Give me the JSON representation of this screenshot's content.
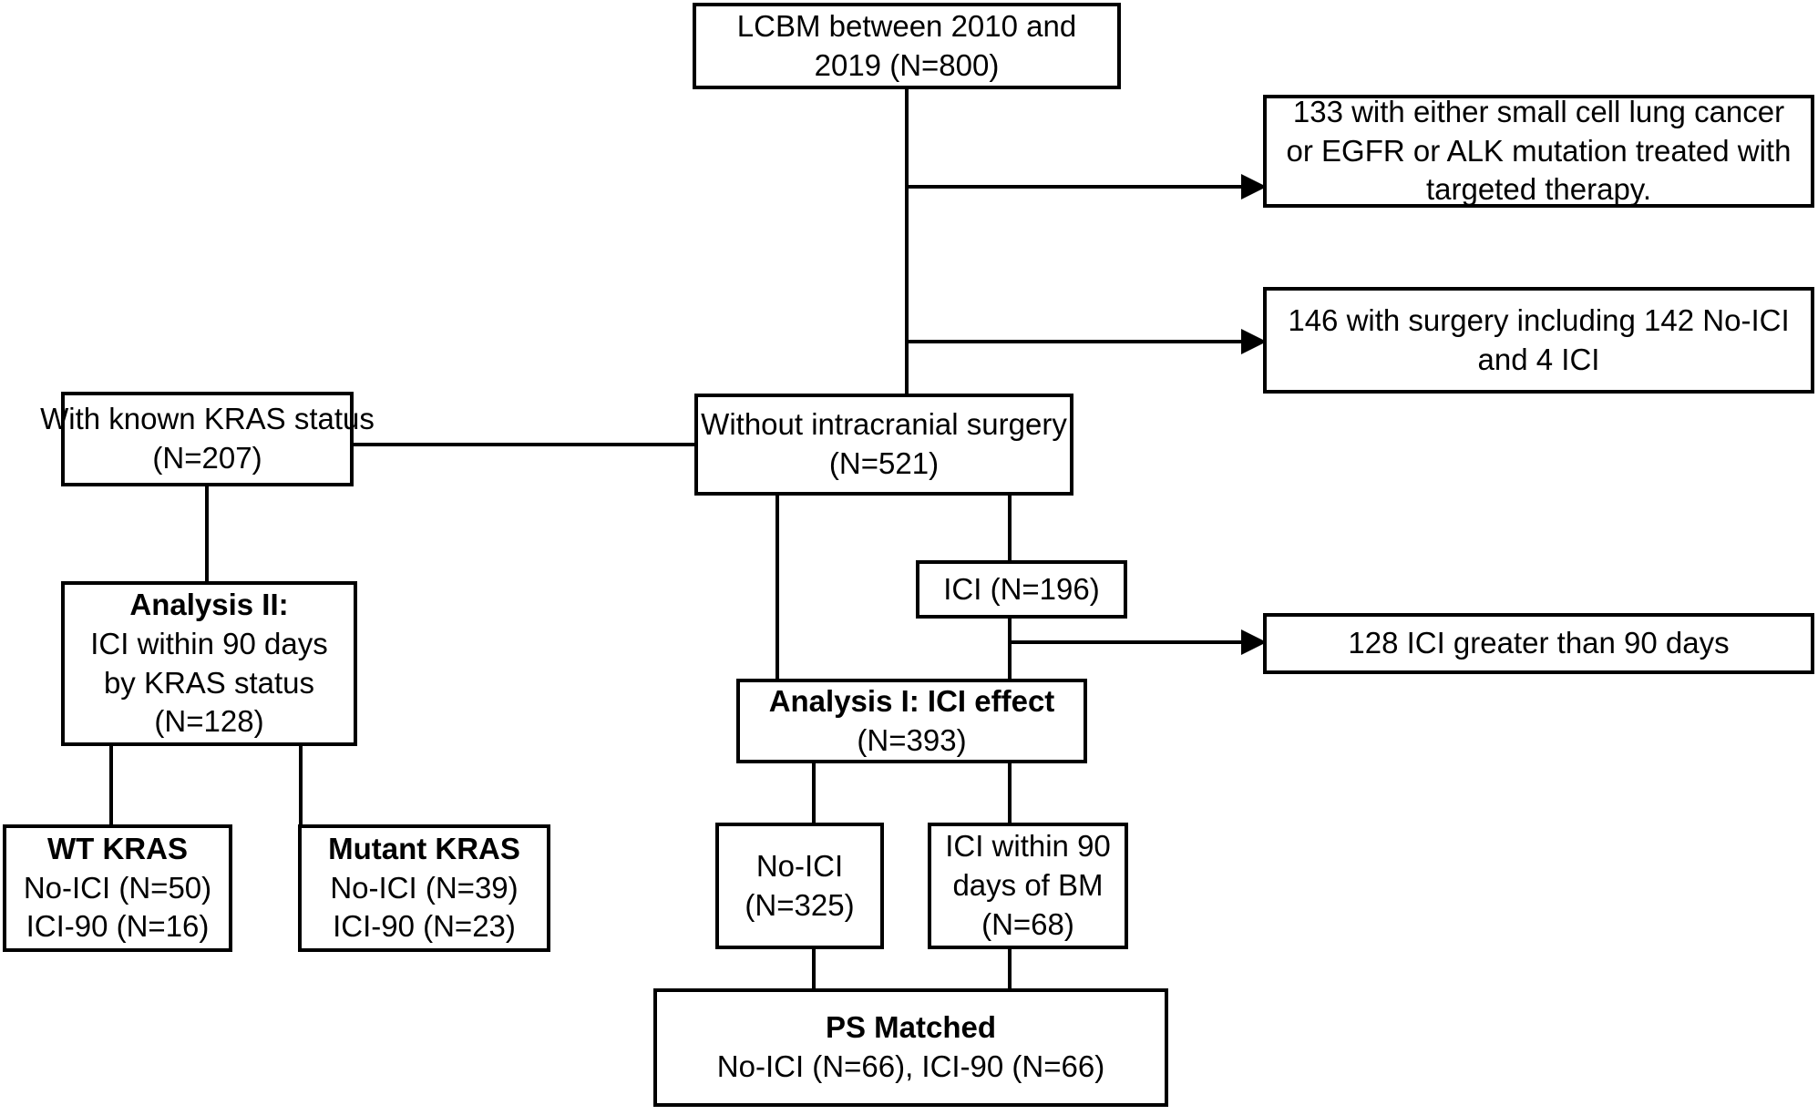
{
  "diagram": {
    "title": "CONSORT-style patient selection flow diagram",
    "stroke_color": "#000000",
    "background_color": "#ffffff",
    "nodes": [
      {
        "id": "cohort",
        "name": "cohort-box",
        "lines": [
          {
            "text": "LCBM between 2010 and",
            "bold": false
          },
          {
            "text": "2019 (N=800)",
            "bold": false
          }
        ]
      },
      {
        "id": "exclusion-1",
        "name": "exclusion-box-sclc-egfr-alk",
        "lines": [
          {
            "text": "133 with either small cell lung cancer",
            "bold": false
          },
          {
            "text": "or EGFR or ALK mutation treated with",
            "bold": false
          },
          {
            "text": "targeted therapy.",
            "bold": false
          }
        ]
      },
      {
        "id": "exclusion-2",
        "name": "exclusion-box-surgery",
        "lines": [
          {
            "text": "146 with surgery including 142 No-ICI",
            "bold": false
          },
          {
            "text": "and 4 ICI",
            "bold": false
          }
        ]
      },
      {
        "id": "kras-status",
        "name": "known-kras-status-box",
        "lines": [
          {
            "text": "With known KRAS status",
            "bold": false
          },
          {
            "text": "(N=207)",
            "bold": false
          }
        ]
      },
      {
        "id": "no-surgery",
        "name": "without-intracranial-surgery-box",
        "lines": [
          {
            "text": "Without intracranial surgery",
            "bold": false
          },
          {
            "text": "(N=521)",
            "bold": false
          }
        ]
      },
      {
        "id": "analysis-2",
        "name": "analysis-ii-box",
        "lines": [
          {
            "text": "Analysis II:",
            "bold": true
          },
          {
            "text": "ICI within 90 days",
            "bold": false
          },
          {
            "text": "by KRAS status",
            "bold": false
          },
          {
            "text": "(N=128)",
            "bold": false
          }
        ]
      },
      {
        "id": "ici-196",
        "name": "ici-196-box",
        "lines": [
          {
            "text": "ICI (N=196)",
            "bold": false
          }
        ]
      },
      {
        "id": "exclusion-3",
        "name": "exclusion-box-ici-greater-90-days",
        "lines": [
          {
            "text": "128 ICI greater than 90 days",
            "bold": false
          }
        ]
      },
      {
        "id": "analysis-1",
        "name": "analysis-i-box",
        "lines": [
          {
            "text": "Analysis I: ICI effect",
            "bold": true
          },
          {
            "text": "(N=393)",
            "bold": false
          }
        ]
      },
      {
        "id": "wt-kras",
        "name": "wt-kras-box",
        "lines": [
          {
            "text": "WT KRAS",
            "bold": true
          },
          {
            "text": "No-ICI (N=50)",
            "bold": false
          },
          {
            "text": "ICI-90 (N=16)",
            "bold": false
          }
        ]
      },
      {
        "id": "mutant-kras",
        "name": "mutant-kras-box",
        "lines": [
          {
            "text": "Mutant KRAS",
            "bold": true
          },
          {
            "text": "No-ICI (N=39)",
            "bold": false
          },
          {
            "text": "ICI-90 (N=23)",
            "bold": false
          }
        ]
      },
      {
        "id": "no-ici-325",
        "name": "no-ici-325-box",
        "lines": [
          {
            "text": "No-ICI",
            "bold": false
          },
          {
            "text": "(N=325)",
            "bold": false
          }
        ]
      },
      {
        "id": "ici-90-bm",
        "name": "ici-within-90-days-of-bm-box",
        "lines": [
          {
            "text": "ICI within 90",
            "bold": false
          },
          {
            "text": "days of BM",
            "bold": false
          },
          {
            "text": "(N=68)",
            "bold": false
          }
        ]
      },
      {
        "id": "ps-matched",
        "name": "ps-matched-box",
        "lines": [
          {
            "text": "PS Matched",
            "bold": true
          },
          {
            "text": "No-ICI (N=66), ICI-90 (N=66)",
            "bold": false
          }
        ]
      }
    ],
    "connectors": [
      {
        "name": "connector-cohort-to-trunk",
        "type": "vertical"
      },
      {
        "name": "connector-trunk-to-exclusion-1",
        "type": "arrow"
      },
      {
        "name": "connector-trunk-to-exclusion-2",
        "type": "arrow"
      },
      {
        "name": "connector-no-surgery-to-kras-status",
        "type": "horizontal"
      },
      {
        "name": "connector-kras-status-to-analysis-2",
        "type": "vertical"
      },
      {
        "name": "connector-analysis-2-to-wt-kras",
        "type": "vertical"
      },
      {
        "name": "connector-analysis-2-to-mutant-kras",
        "type": "vertical"
      },
      {
        "name": "connector-no-surgery-to-analysis-1",
        "type": "vertical"
      },
      {
        "name": "connector-no-surgery-to-ici-196",
        "type": "vertical"
      },
      {
        "name": "connector-ici-196-to-exclusion-3",
        "type": "arrow"
      },
      {
        "name": "connector-ici-196-to-analysis-1",
        "type": "vertical"
      },
      {
        "name": "connector-analysis-1-to-no-ici-325",
        "type": "vertical"
      },
      {
        "name": "connector-analysis-1-to-ici-90-bm",
        "type": "vertical"
      },
      {
        "name": "connector-no-ici-325-to-ps-matched",
        "type": "vertical"
      },
      {
        "name": "connector-ici-90-bm-to-ps-matched",
        "type": "vertical"
      }
    ]
  }
}
